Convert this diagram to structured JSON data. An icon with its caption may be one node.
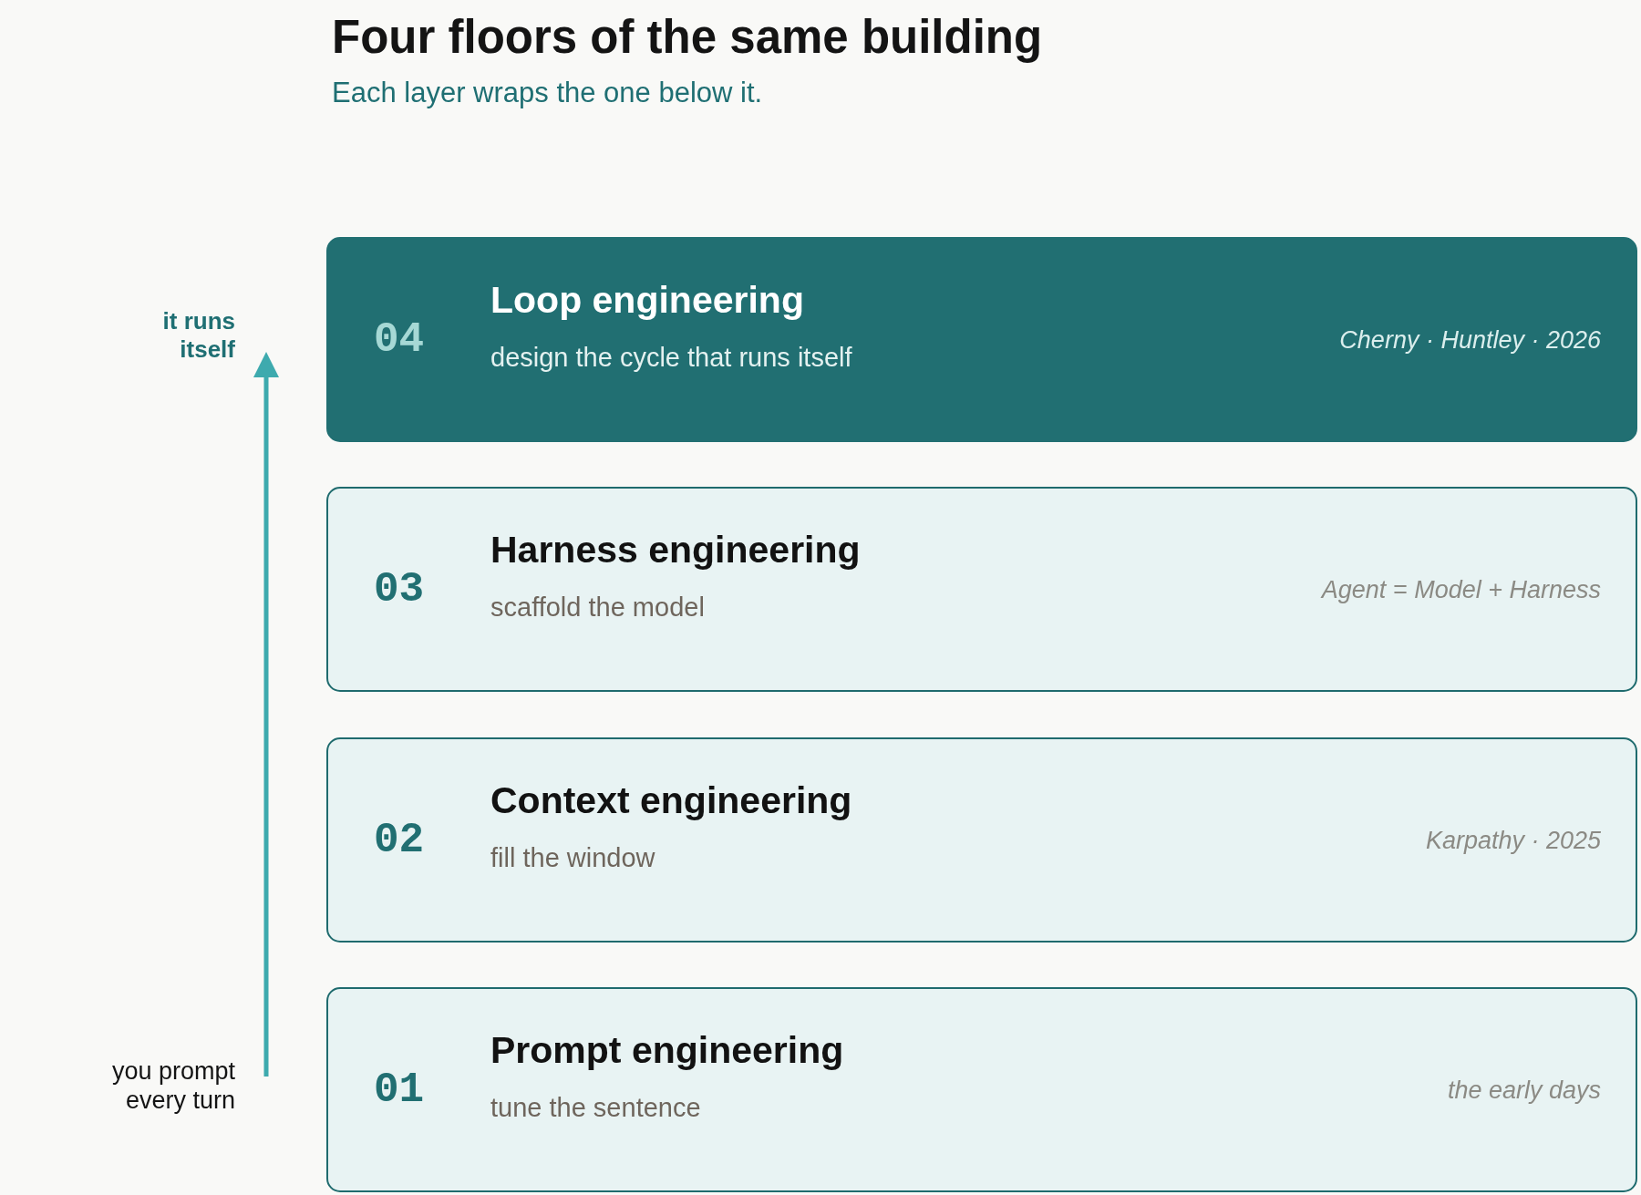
{
  "diagram": {
    "title": "Four floors of the same building",
    "nodes": [
      {
        "text": [
          "04",
          "Loop engineering",
          "design the cycle that runs itself",
          "Cherny · Huntley · 2026"
        ]
      },
      {
        "text": [
          "03",
          "Harness engineering",
          "scaffold the model",
          "Agent = Model + Harness"
        ]
      },
      {
        "text": [
          "02",
          "Context engineering",
          "fill the window",
          "Karpathy · 2025"
        ]
      },
      {
        "text": [
          "01",
          "Prompt engineering",
          "tune the sentence",
          "the early days"
        ]
      }
    ],
    "labels": [
      "Each layer wraps the one below it.",
      "it runs itself",
      "you prompt every turn"
    ]
  }
}
